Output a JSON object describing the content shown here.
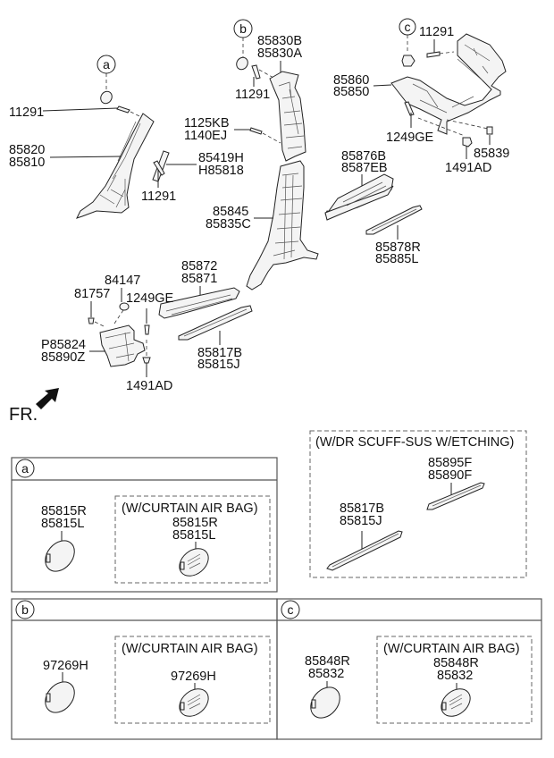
{
  "diagram": {
    "front_indicator": "FR.",
    "callouts": {
      "a": "a",
      "b": "b",
      "c": "c"
    },
    "labels": {
      "a_11291": "11291",
      "a_85820": "85820",
      "a_85810": "85810",
      "mid_85419H": "85419H",
      "mid_H85818": "H85818",
      "mid_11291": "11291",
      "b_85830B": "85830B",
      "b_85830A": "85830A",
      "b_11291": "11291",
      "b_1125KB": "1125KB",
      "b_1140EJ": "1140EJ",
      "c_11291": "11291",
      "c_85860": "85860",
      "c_85850": "85850",
      "c_1249GE": "1249GE",
      "c_85839": "85839",
      "c_1491AD": "1491AD",
      "p_85845": "85845",
      "p_85835C": "85835C",
      "s_85876B": "85876B",
      "s_8587EB": "8587EB",
      "s_85878R": "85878R",
      "s_85885L": "85885L",
      "f_85872": "85872",
      "f_85871": "85871",
      "f_85817B": "85817B",
      "f_85815J": "85815J",
      "k_84147": "84147",
      "k_81757": "81757",
      "k_1249GE": "1249GE",
      "k_P85824": "P85824",
      "k_85890Z": "85890Z",
      "k_1491AD": "1491AD"
    }
  },
  "panels": {
    "a": {
      "callout": "a",
      "std_part_1": "85815R",
      "std_part_2": "85815L",
      "option_caption": "(W/CURTAIN AIR BAG)",
      "opt_part_1": "85815R",
      "opt_part_2": "85815L"
    },
    "b": {
      "callout": "b",
      "std_part_1": "97269H",
      "option_caption": "(W/CURTAIN AIR BAG)",
      "opt_part_1": "97269H"
    },
    "c": {
      "callout": "c",
      "std_part_1": "85848R",
      "std_part_2": "85832",
      "option_caption": "(W/CURTAIN AIR BAG)",
      "opt_part_1": "85848R",
      "opt_part_2": "85832"
    },
    "scuff": {
      "option_caption": "(W/DR SCUFF-SUS W/ETCHING)",
      "rear_part_1": "85895F",
      "rear_part_2": "85890F",
      "front_part_1": "85817B",
      "front_part_2": "85815J"
    }
  }
}
